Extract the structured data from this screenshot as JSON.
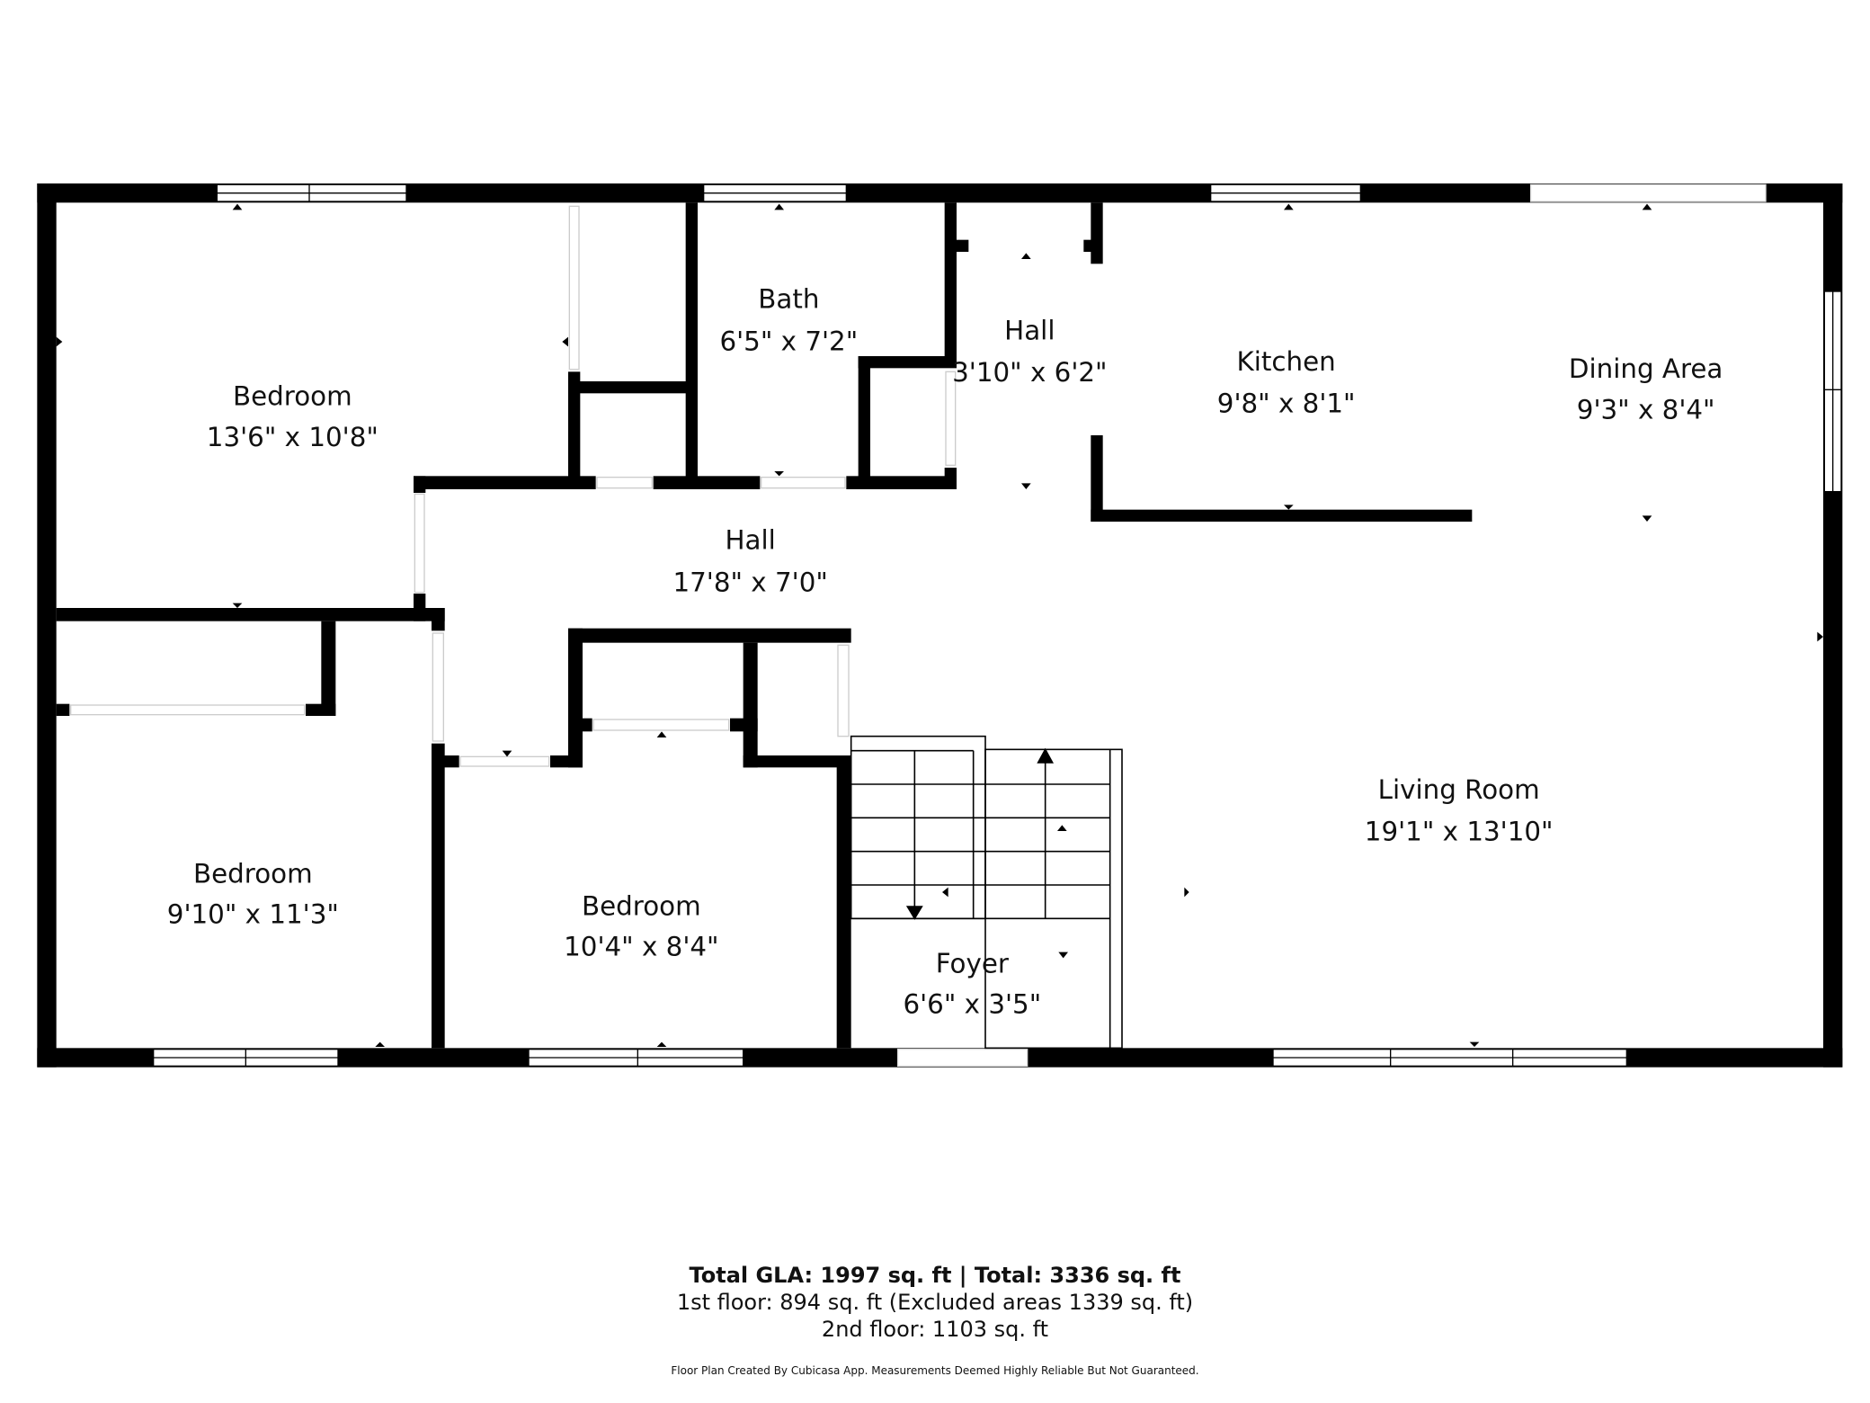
{
  "rooms": [
    {
      "name": "Bedroom",
      "dims": "13'6\" x 10'8\""
    },
    {
      "name": "Bath",
      "dims": "6'5\" x 7'2\""
    },
    {
      "name": "Hall",
      "dims": "3'10\" x 6'2\""
    },
    {
      "name": "Kitchen",
      "dims": "9'8\" x 8'1\""
    },
    {
      "name": "Dining Area",
      "dims": "9'3\" x 8'4\""
    },
    {
      "name": "Hall",
      "dims": "17'8\" x 7'0\""
    },
    {
      "name": "Bedroom",
      "dims": "9'10\" x 11'3\""
    },
    {
      "name": "Bedroom",
      "dims": "10'4\" x 8'4\""
    },
    {
      "name": "Foyer",
      "dims": "6'6\" x 3'5\""
    },
    {
      "name": "Living Room",
      "dims": "19'1\" x 13'10\""
    }
  ],
  "summary": {
    "total": "Total GLA: 1997 sq. ft | Total: 3336 sq. ft",
    "first_floor": "1st floor: 894 sq. ft (Excluded areas 1339 sq. ft)",
    "second_floor": "2nd floor: 1103 sq. ft",
    "disclaimer": "Floor Plan Created By Cubicasa App. Measurements Deemed Highly Reliable But Not Guaranteed."
  },
  "colors": {
    "wall": "#000000",
    "background": "#ffffff"
  }
}
